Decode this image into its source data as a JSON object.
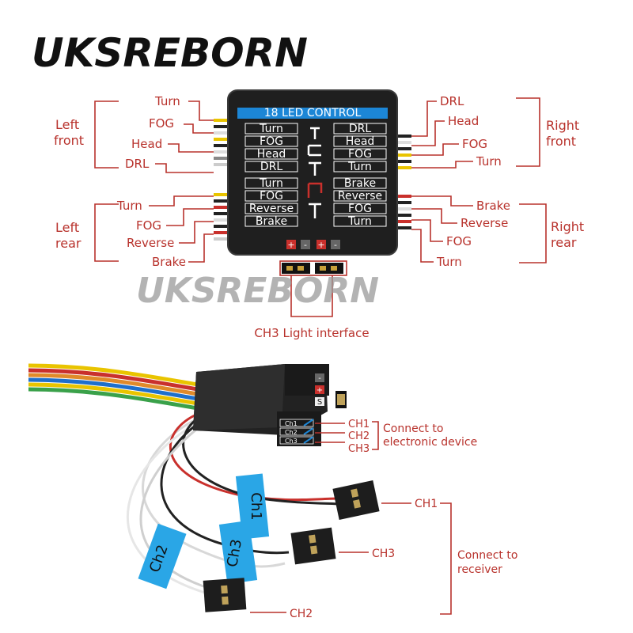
{
  "brand": {
    "logo": "UKSREBORN",
    "watermark": "UKSREBORN"
  },
  "module": {
    "header": "18 LED CONTROL",
    "left_column": [
      "Turn",
      "FOG",
      "Head",
      "DRL",
      "Turn",
      "FOG",
      "Reverse",
      "Brake"
    ],
    "right_column": [
      "DRL",
      "Head",
      "FOG",
      "Turn",
      "Brake",
      "Reverse",
      "FOG",
      "Turn"
    ],
    "bottom_symbols": [
      "+",
      "-",
      "+",
      "-"
    ]
  },
  "left_front": {
    "group": [
      "Left",
      "front"
    ],
    "labels": [
      "Turn",
      "FOG",
      "Head",
      "DRL"
    ]
  },
  "left_rear": {
    "group": [
      "Left",
      "rear"
    ],
    "labels": [
      "Turn",
      "FOG",
      "Reverse",
      "Brake"
    ]
  },
  "right_front": {
    "group": [
      "Right",
      "front"
    ],
    "labels": [
      "DRL",
      "Head",
      "FOG",
      "Turn"
    ]
  },
  "right_rear": {
    "group": [
      "Right",
      "rear"
    ],
    "labels": [
      "Brake",
      "Reverse",
      "FOG",
      "Turn"
    ]
  },
  "ch3_interface": "CH3 Light interface",
  "receiver_box": {
    "top_symbols": [
      "-",
      "+",
      "S"
    ],
    "channels": [
      "Ch1",
      "Ch2",
      "Ch3"
    ]
  },
  "device_side": {
    "channels": [
      "CH1",
      "CH2",
      "CH3"
    ],
    "caption": [
      "Connect to",
      "electronic device"
    ]
  },
  "tags": [
    "Ch1",
    "Ch3",
    "Ch2"
  ],
  "connectors": {
    "ch1": "CH1",
    "ch3": "CH3",
    "ch2": "CH2",
    "caption": [
      "Connect to",
      "receiver"
    ]
  }
}
